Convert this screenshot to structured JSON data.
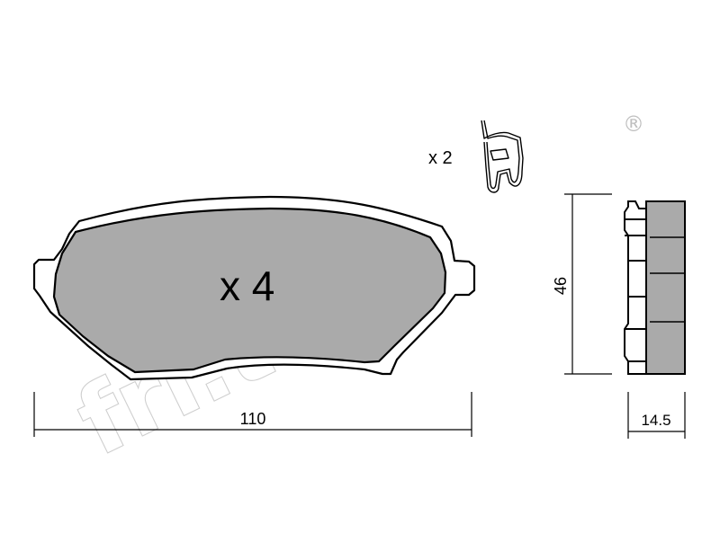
{
  "brand": {
    "watermark": "fri.tech.",
    "registered_mark": "®"
  },
  "labels": {
    "pad_quantity": "x 4",
    "clip_quantity": "x 2"
  },
  "dimensions": {
    "width": "110",
    "height": "46",
    "thickness": "14.5"
  },
  "colors": {
    "pad_fill": "#aaaaaa",
    "watermark_stroke": "#cfcfcf",
    "line": "#000000"
  }
}
